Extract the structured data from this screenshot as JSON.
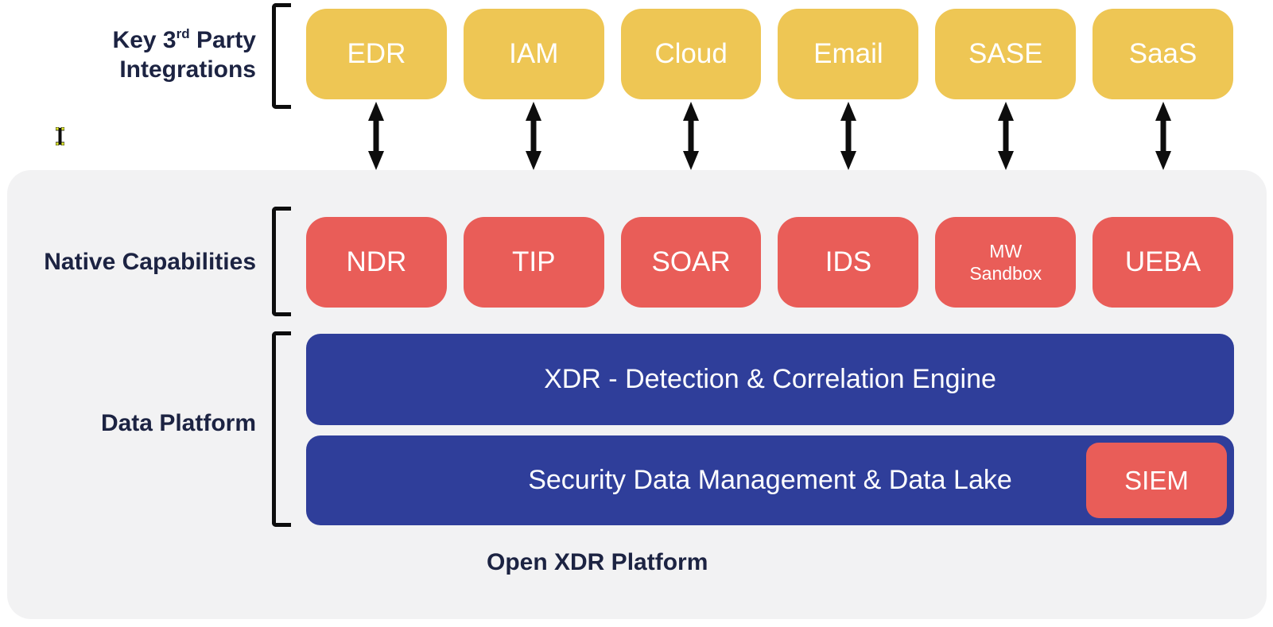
{
  "colors": {
    "yellow": "#EEC654",
    "red": "#E95D58",
    "blue": "#2F3E9A",
    "platform": "#F2F2F3",
    "navy": "#1C2342",
    "ink": "#0D0D0D"
  },
  "left_labels": {
    "integrations_line1_prefix": "Key 3",
    "integrations_line1_sup": "rd",
    "integrations_line1_suffix": " Party",
    "integrations_line2": "Integrations",
    "native": "Native Capabilities",
    "data": "Data Platform"
  },
  "integrations": {
    "items": [
      "EDR",
      "IAM",
      "Cloud",
      "Email",
      "SASE",
      "SaaS"
    ]
  },
  "native": {
    "items": [
      "NDR",
      "TIP",
      "SOAR",
      "IDS",
      {
        "line1": "MW",
        "line2": "Sandbox"
      },
      "UEBA"
    ]
  },
  "data_platform": {
    "engine_bar": "XDR - Detection & Correlation Engine",
    "lake_bar": "Security Data Management & Data Lake",
    "siem_badge": "SIEM"
  },
  "caption": "Open XDR Platform"
}
